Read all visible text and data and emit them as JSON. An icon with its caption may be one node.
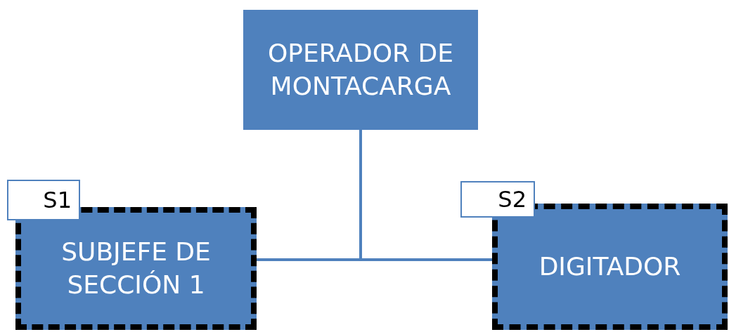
{
  "diagram": {
    "nodes": [
      {
        "text": [
          "OPERADOR DE MONTACARGA"
        ]
      },
      {
        "text": [
          "SUBJEFE DE SECCIÓN 1"
        ],
        "beside": [
          "S1"
        ]
      },
      {
        "text": [
          "DIGITADOR"
        ],
        "beside": [
          "S2"
        ]
      }
    ],
    "edges": [
      {
        "from": 0,
        "to": 1,
        "arrow": "none"
      },
      {
        "from": 0,
        "to": 2,
        "arrow": "none"
      }
    ]
  }
}
